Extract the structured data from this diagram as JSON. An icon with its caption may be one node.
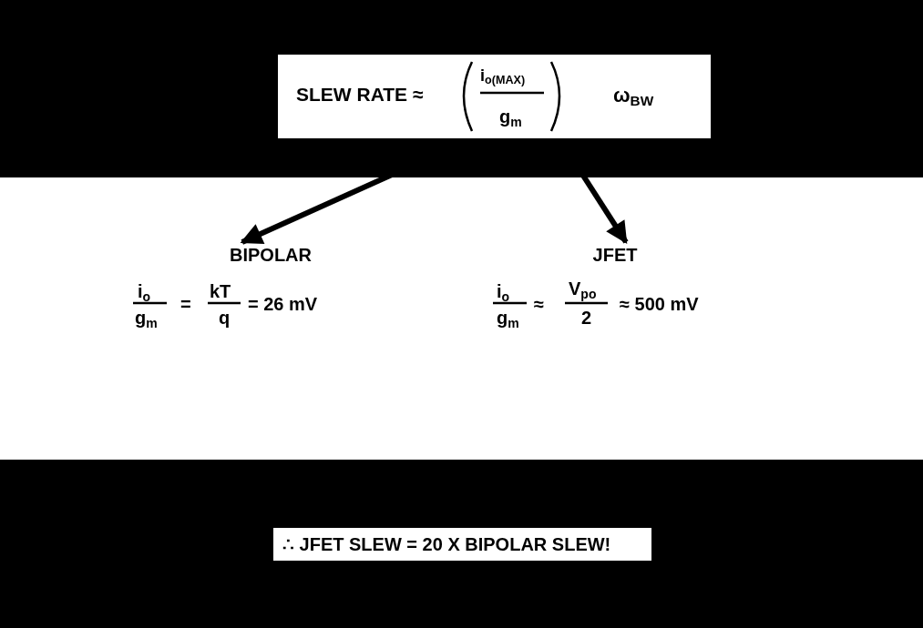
{
  "diagram": {
    "nodes": [
      {
        "text": [
          "SLEW RATE ≈",
          "i$_{o(MAX)}$",
          "g$_{m}$",
          "ω$_{BW}$"
        ]
      },
      {
        "text": [
          "BIPOLAR"
        ]
      },
      {
        "text": [
          "JFET"
        ]
      },
      {
        "text": [
          "∴ JFET  SLEW = 20 X BIPOLAR  SLEW!"
        ]
      }
    ],
    "edges": [
      {
        "from": 0,
        "to": 1,
        "arrow": "to"
      },
      {
        "from": 0,
        "to": 2,
        "arrow": "to"
      }
    ],
    "labels": [
      "i$_{o}$",
      "g$_{m}$",
      "=",
      "kT",
      "q",
      "= 26 mV",
      "i$_{o}$",
      "g$_{m}$",
      "≈",
      "V$_{po}$",
      "2",
      "≈ 500 mV"
    ]
  }
}
